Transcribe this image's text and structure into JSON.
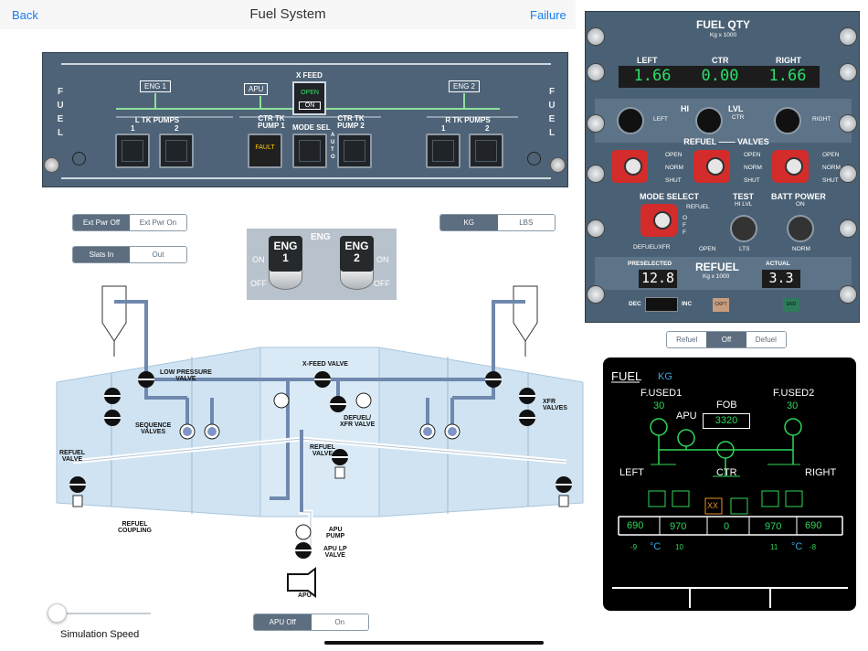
{
  "nav": {
    "back": "Back",
    "title": "Fuel System",
    "right": "Failure"
  },
  "overhead": {
    "fuel_left": [
      "F",
      "U",
      "E",
      "L"
    ],
    "fuel_right": [
      "F",
      "U",
      "E",
      "L"
    ],
    "eng1": "ENG 1",
    "eng2": "ENG 2",
    "apu": "APU",
    "xfeed": "X FEED",
    "xfeed_open": "OPEN",
    "xfeed_on": "ON",
    "l_tk_pumps": "L TK PUMPS",
    "r_tk_pumps": "R TK PUMPS",
    "ctr_tk_pump1": "CTR TK\nPUMP 1",
    "ctr_tk_pump2": "CTR TK\nPUMP 2",
    "mode_sel": "MODE SEL",
    "auto": "A U T O",
    "fault": "FAULT",
    "n1": "1",
    "n2": "2"
  },
  "toggles": {
    "ext_pwr": [
      "Ext Pwr Off",
      "Ext Pwr On"
    ],
    "slats": [
      "Slats In",
      "Out"
    ],
    "units": [
      "KG",
      "LBS"
    ],
    "apu": [
      "APU Off",
      "On"
    ],
    "refuel_mode": [
      "Refuel",
      "Off",
      "Defuel"
    ]
  },
  "eng_panel": {
    "title": "ENG",
    "sw1": [
      "ENG",
      "1"
    ],
    "sw2": [
      "ENG",
      "2"
    ],
    "on": "ON",
    "off": "OFF"
  },
  "diagram": {
    "low_pressure_valve": "LOW PRESSURE\nVALVE",
    "xfeed_valve": "X-FEED VALVE",
    "sequence_valves": "SEQUENCE\nVALVES",
    "defuel_xfr": "DEFUEL/\nXFR VALVE",
    "refuel_valve_ctr": "REFUEL\nVALVE",
    "xfr_valves": "XFR\nVALVES",
    "refuel_valve_l": "REFUEL\nVALVE",
    "refuel_coupling": "REFUEL\nCOUPLING",
    "apu_pump": "APU\nPUMP",
    "apu_lp_valve": "APU LP\nVALVE",
    "apu": "APU"
  },
  "slider": {
    "label": "Simulation Speed",
    "value": 0
  },
  "fuel_qty": {
    "title": "FUEL QTY",
    "unit": "Kg x 1000",
    "left_lbl": "LEFT",
    "ctr_lbl": "CTR",
    "right_lbl": "RIGHT",
    "left": "1.66",
    "ctr": "0.00",
    "right": "1.66",
    "hi": "HI",
    "lvl": "LVL",
    "lvl_left": "LEFT",
    "lvl_ctr": "CTR",
    "lvl_right": "RIGHT",
    "refuel_valves": "REFUEL  —— VALVES",
    "open": "OPEN",
    "norm": "NORM",
    "shut": "SHUT",
    "mode_select": "MODE SELECT",
    "refuel": "REFUEL",
    "off": "O F F",
    "defuel_xfr": "DEFUEL/XFR",
    "test": "TEST",
    "hi_lvl": "HI LVL",
    "open2": "OPEN",
    "lts": "LTS",
    "batt_power": "BATT POWER",
    "on": "ON",
    "norm2": "NORM",
    "preselected": "PRESELECTED",
    "preselected_val": "12.8",
    "refuel_big": "REFUEL",
    "refuel_unit": "Kg x 1000",
    "actual": "ACTUAL",
    "actual_val": "3.3",
    "dec": "DEC",
    "inc": "INC",
    "ckpt": "CKPT",
    "end": "END"
  },
  "ecam": {
    "fuel": "FUEL",
    "kg": "KG",
    "fused1": "F.USED1",
    "fused1_val": "30",
    "fused2": "F.USED2",
    "fused2_val": "30",
    "apu": "APU",
    "fob": "FOB",
    "fob_val": "3320",
    "left": "LEFT",
    "ctr": "CTR",
    "right": "RIGHT",
    "xx": "XX",
    "tanks": [
      "690",
      "970",
      "0",
      "970",
      "690"
    ],
    "temp_l1": "-9",
    "temp_l2": "10",
    "temp_r1": "11",
    "temp_r2": "-8",
    "degc": "°C",
    "accent_green": "#2fd659",
    "accent_cyan": "#3aa6e0"
  }
}
